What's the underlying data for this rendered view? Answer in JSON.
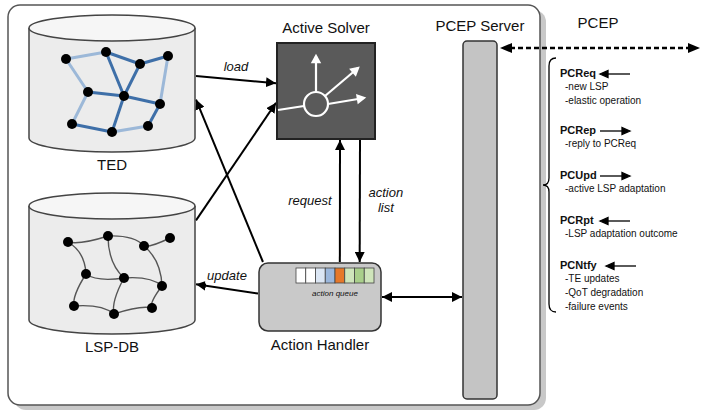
{
  "diagram": {
    "nodes": [
      {
        "text": [
          "TED"
        ]
      },
      {
        "text": [
          "Active Solver"
        ]
      },
      {
        "text": [
          "PCEP Server"
        ]
      },
      {
        "text": [
          "LSP-DB"
        ]
      },
      {
        "text": [
          "Action Handler"
        ]
      },
      {
        "text": [
          "action queue"
        ],
        "in": 4
      }
    ],
    "edges": [
      {
        "from": 0,
        "to": 1,
        "label": "load",
        "arrow": "to"
      },
      {
        "from": 3,
        "to": 1,
        "arrow": "to"
      },
      {
        "from": 4,
        "to": 0,
        "arrow": "to"
      },
      {
        "from": 4,
        "to": 3,
        "label": "update",
        "arrow": "to"
      },
      {
        "from": 4,
        "to": 1,
        "label": "request",
        "arrow": "to"
      },
      {
        "from": 1,
        "to": 4,
        "label": "action list",
        "arrow": "to"
      },
      {
        "from": 4,
        "to": 2,
        "arrow": "both"
      }
    ],
    "labels": [
      "PCEP",
      "PCReq",
      "-new LSP",
      "-elastic operation",
      "PCRep",
      "-reply to PCReq",
      "PCUpd",
      "-active LSP adaptation",
      "PCRpt",
      "-LSP adaptation outcome",
      "PCNtfy",
      "-TE updates",
      "-QoT degradation",
      "-failure events"
    ]
  }
}
